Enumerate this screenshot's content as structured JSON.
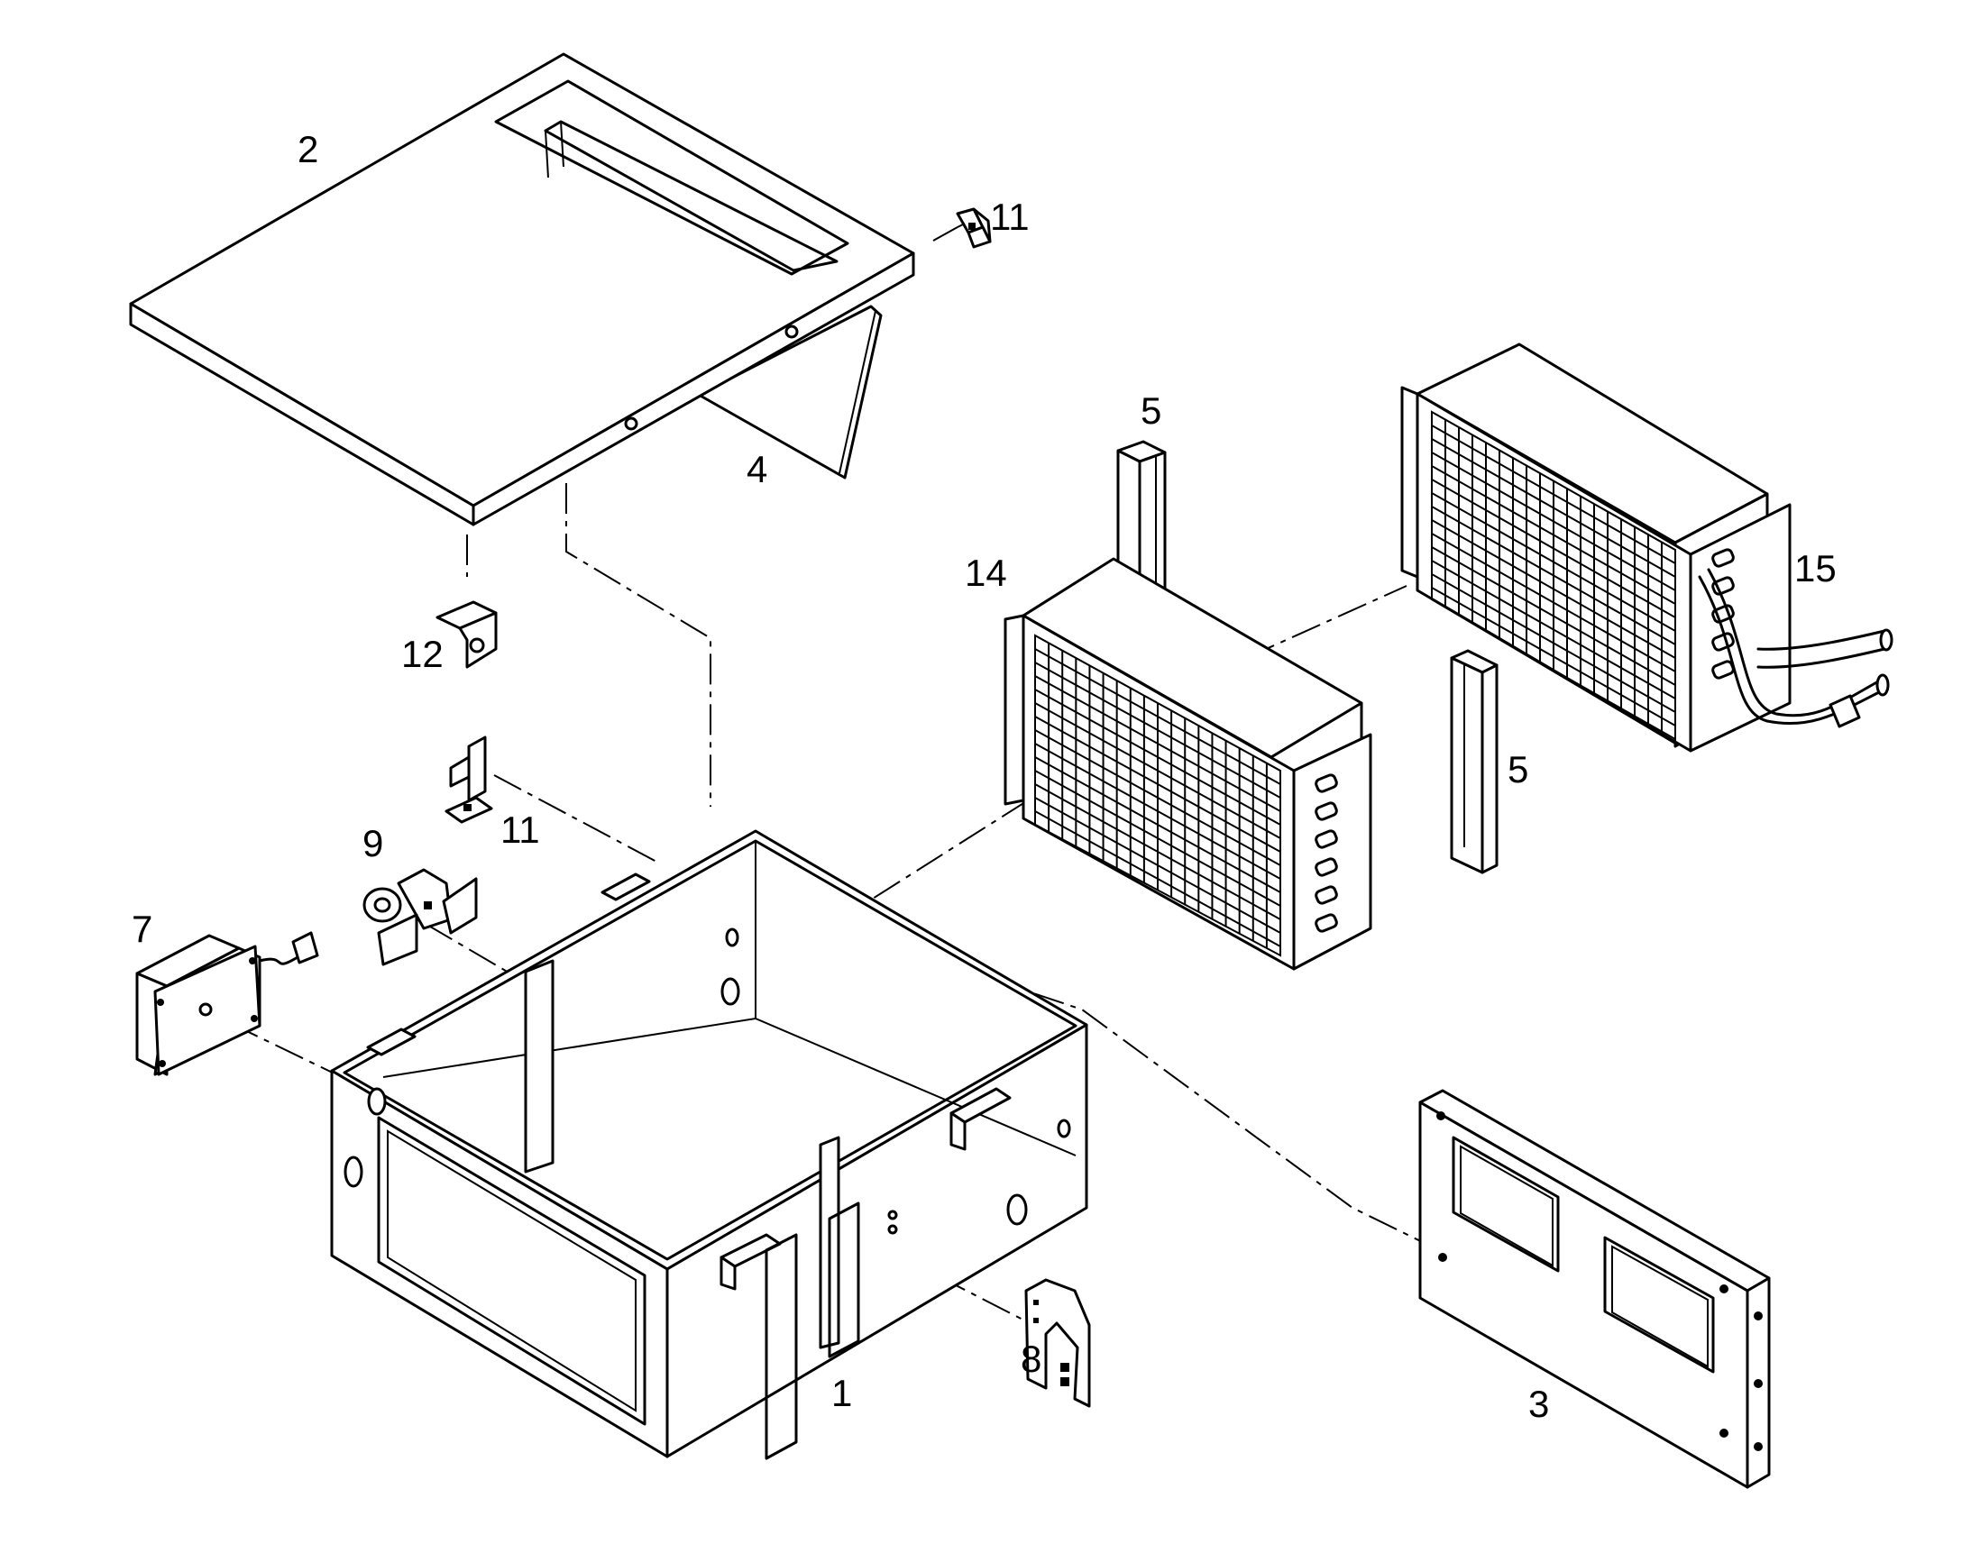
{
  "diagram": {
    "labels": {
      "p1": "1",
      "p2": "2",
      "p3": "3",
      "p4": "4",
      "p5a": "5",
      "p5b": "5",
      "p7": "7",
      "p8": "8",
      "p9": "9",
      "p11a": "11",
      "p11b": "11",
      "p12": "12",
      "p14": "14",
      "p15": "15"
    }
  }
}
